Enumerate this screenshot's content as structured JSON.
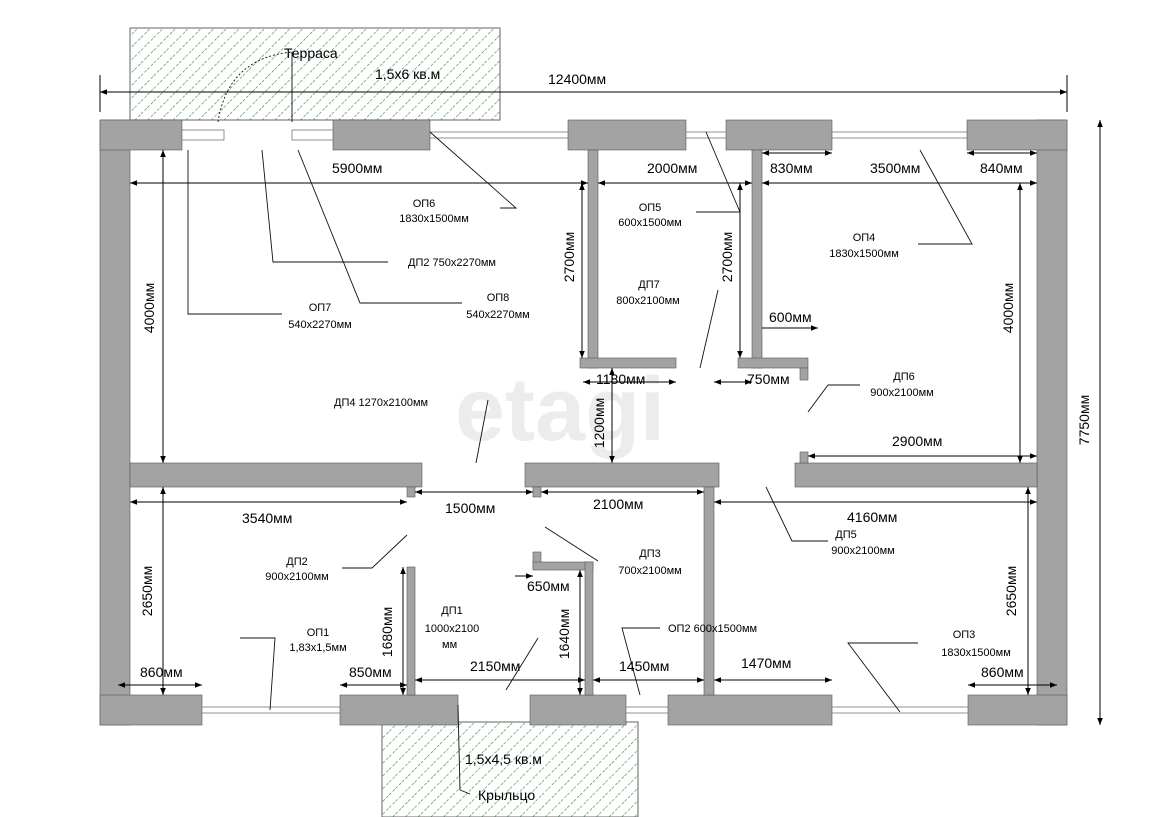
{
  "plan": {
    "watermark": "etagi",
    "areas": {
      "terrace": "Терраса",
      "terrace_size": "1,5х6 кв.м",
      "porch": "Крыльцо",
      "porch_size": "1,5х4,5 кв.м"
    },
    "dimensions": {
      "total_width": "12400мм",
      "total_height": "7750мм",
      "top_room_width": "5900мм",
      "mid_width": "2000мм",
      "d830": "830мм",
      "d3500": "3500мм",
      "d840": "840мм",
      "left_height": "4000мм",
      "right_height": "4000мм",
      "partition_left_h": "2700мм",
      "partition_right_h": "2700мм",
      "d600": "600мм",
      "d1180": "1180мм",
      "d750": "750мм",
      "d1200": "1200мм",
      "d2900": "2900мм",
      "d3540": "3540мм",
      "d1500": "1500мм",
      "d2100": "2100мм",
      "d4160": "4160мм",
      "bottom_left_h": "2650мм",
      "bottom_right_h": "2650мм",
      "d1680": "1680мм",
      "d1640": "1640мм",
      "d650": "650мм",
      "d860_left": "860мм",
      "d850": "850мм",
      "d2150": "2150мм",
      "d1450": "1450мм",
      "d1470": "1470мм",
      "d860_right": "860мм"
    },
    "openings": {
      "op6": {
        "name": "ОП6",
        "size": "1830х1500мм"
      },
      "op5": {
        "name": "ОП5",
        "size": "600х1500мм"
      },
      "op4": {
        "name": "ОП4",
        "size": "1830х1500мм"
      },
      "dp2_top": "ДП2 750х2270мм",
      "op7": {
        "name": "ОП7",
        "size": "540х2270мм"
      },
      "op8": {
        "name": "ОП8",
        "size": "540х2270мм"
      },
      "dp7": {
        "name": "ДП7",
        "size": "800х2100мм"
      },
      "dp4": "ДП4 1270х2100мм",
      "dp6": {
        "name": "ДП6",
        "size": "900х2100мм"
      },
      "dp5": {
        "name": "ДП5",
        "size": "900х2100мм"
      },
      "dp2": {
        "name": "ДП2",
        "size": "900х2100мм"
      },
      "dp3": {
        "name": "ДП3",
        "size": "700х2100мм"
      },
      "dp1": {
        "name": "ДП1",
        "size": "1000х2100",
        "unit": "мм"
      },
      "op1": {
        "name": "ОП1",
        "size": "1,83х1,5мм"
      },
      "op2": "ОП2 600х1500мм",
      "op3": {
        "name": "ОП3",
        "size": "1830х1500мм"
      }
    },
    "colors": {
      "wall": "#a3a3a3",
      "hatch": "#2e8b3a"
    }
  }
}
